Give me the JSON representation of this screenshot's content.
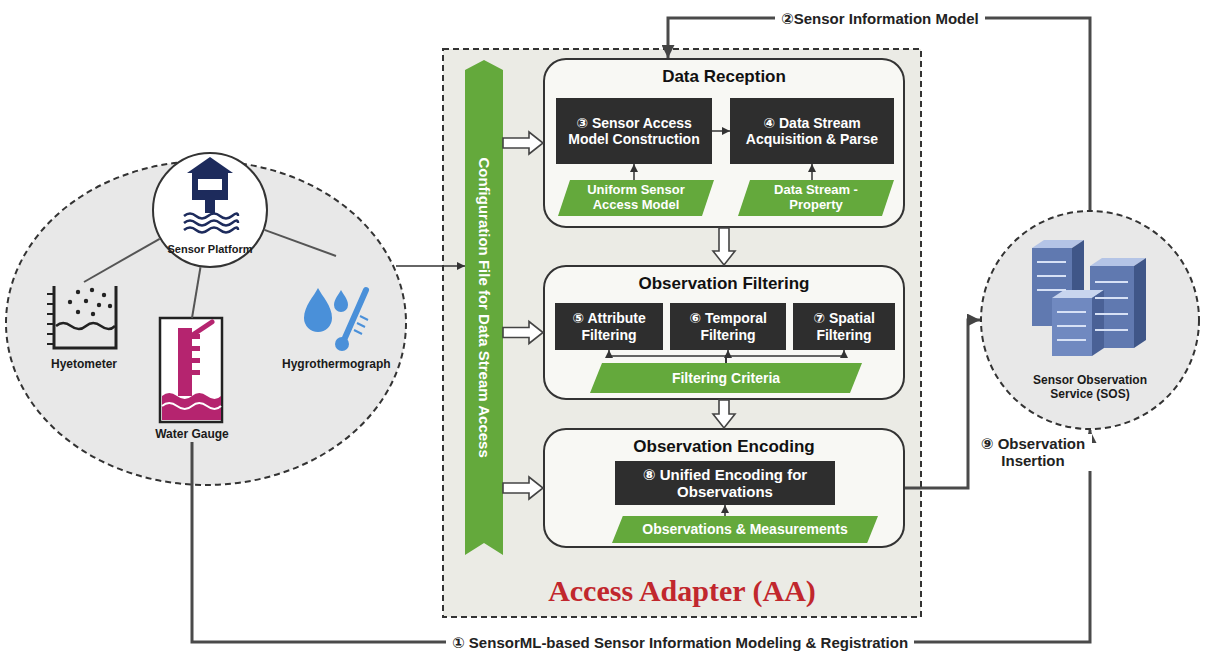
{
  "diagram": {
    "nodes": [
      {
        "text": [
          "Sensor Platform"
        ]
      },
      {
        "text": [
          "Hyetometer"
        ]
      },
      {
        "text": [
          "Water Gauge"
        ]
      },
      {
        "text": [
          "Hygrothermograph"
        ]
      },
      {
        "text": [
          "Access Adapter (AA)"
        ]
      },
      {
        "text": [
          "Configuration File for Data Stream Access"
        ],
        "in": 4
      },
      {
        "text": [
          "Data Reception"
        ],
        "in": 4
      },
      {
        "text": [
          "③ Sensor Access Model Construction"
        ],
        "in": 6
      },
      {
        "text": [
          "④ Data Stream Acquisition & Parse"
        ],
        "in": 6
      },
      {
        "text": [
          "Uniform Sensor Access Model"
        ],
        "in": 6
      },
      {
        "text": [
          "Data Stream - Property"
        ],
        "in": 6
      },
      {
        "text": [
          "Observation Filtering"
        ],
        "in": 4
      },
      {
        "text": [
          "⑤ Attribute Filtering"
        ],
        "in": 11
      },
      {
        "text": [
          "⑥ Temporal Filtering"
        ],
        "in": 11
      },
      {
        "text": [
          "⑦ Spatial Filtering"
        ],
        "in": 11
      },
      {
        "text": [
          "Filtering Criteria"
        ],
        "in": 11
      },
      {
        "text": [
          "Observation Encoding"
        ],
        "in": 4
      },
      {
        "text": [
          "⑧ Unified Encoding for Observations"
        ],
        "in": 16
      },
      {
        "text": [
          "Observations & Measurements"
        ],
        "in": 16
      },
      {
        "text": [
          "Sensor Observation Service (SOS)"
        ]
      }
    ],
    "edges": [
      {
        "from": 0,
        "to": 1,
        "arrow": "none"
      },
      {
        "from": 0,
        "to": 2,
        "arrow": "none"
      },
      {
        "from": 0,
        "to": 3,
        "arrow": "none"
      },
      {
        "from": 3,
        "to": 5,
        "arrow": "to"
      },
      {
        "from": 2,
        "to": 19,
        "arrow": "to",
        "label": "① SensorML-based Sensor Information Modeling & Registration"
      },
      {
        "from": 19,
        "to": 6,
        "arrow": "to",
        "label": "②Sensor Information Model"
      },
      {
        "from": 5,
        "to": 6,
        "arrow": "to"
      },
      {
        "from": 5,
        "to": 11,
        "arrow": "to"
      },
      {
        "from": 5,
        "to": 16,
        "arrow": "to"
      },
      {
        "from": 6,
        "to": 11,
        "arrow": "to"
      },
      {
        "from": 11,
        "to": 16,
        "arrow": "to"
      },
      {
        "from": 9,
        "to": 7,
        "arrow": "to"
      },
      {
        "from": 10,
        "to": 8,
        "arrow": "to"
      },
      {
        "from": 7,
        "to": 8,
        "arrow": "to"
      },
      {
        "from": 15,
        "to": 12,
        "arrow": "to"
      },
      {
        "from": 15,
        "to": 13,
        "arrow": "to"
      },
      {
        "from": 15,
        "to": 14,
        "arrow": "to"
      },
      {
        "from": 18,
        "to": 17,
        "arrow": "to"
      },
      {
        "from": 16,
        "to": 19,
        "arrow": "to",
        "label": "⑨ Observation Insertion"
      }
    ]
  }
}
